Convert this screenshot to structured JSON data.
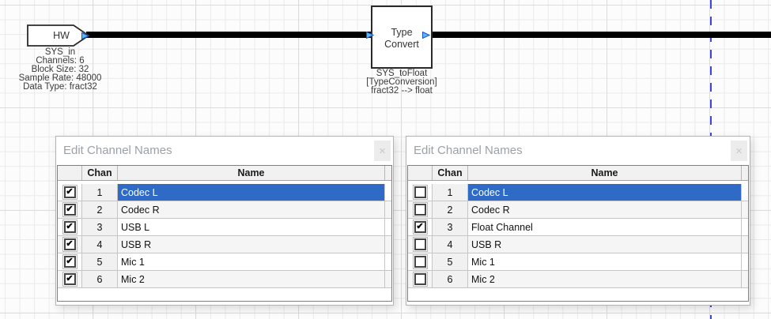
{
  "canvas": {
    "hw_block": {
      "label": "HW",
      "caption_lines": [
        "SYS_in",
        "Channels: 6",
        "Block Size: 32",
        "Sample Rate: 48000",
        "Data Type: fract32"
      ]
    },
    "type_convert_block": {
      "label_lines": [
        "Type",
        "Convert"
      ],
      "caption_lines": [
        "SYS_toFloat",
        "[TypeConversion]",
        "fract32 --> float"
      ]
    }
  },
  "dialogs": [
    {
      "title": "Edit Channel Names",
      "close_glyph": "×",
      "check_glyph": "✔",
      "columns": {
        "chan": "Chan",
        "name": "Name"
      },
      "rows": [
        {
          "chan": "1",
          "name": "Codec L",
          "checked": true,
          "selected": true
        },
        {
          "chan": "2",
          "name": "Codec R",
          "checked": true,
          "selected": false
        },
        {
          "chan": "3",
          "name": "USB L",
          "checked": true,
          "selected": false
        },
        {
          "chan": "4",
          "name": "USB R",
          "checked": true,
          "selected": false
        },
        {
          "chan": "5",
          "name": "Mic 1",
          "checked": true,
          "selected": false
        },
        {
          "chan": "6",
          "name": "Mic 2",
          "checked": true,
          "selected": false
        }
      ]
    },
    {
      "title": "Edit Channel Names",
      "close_glyph": "×",
      "check_glyph": "✔",
      "columns": {
        "chan": "Chan",
        "name": "Name"
      },
      "rows": [
        {
          "chan": "1",
          "name": "Codec L",
          "checked": false,
          "selected": true
        },
        {
          "chan": "2",
          "name": "Codec R",
          "checked": false,
          "selected": false
        },
        {
          "chan": "3",
          "name": "Float Channel",
          "checked": true,
          "selected": false
        },
        {
          "chan": "4",
          "name": "USB R",
          "checked": false,
          "selected": false
        },
        {
          "chan": "5",
          "name": "Mic 1",
          "checked": false,
          "selected": false
        },
        {
          "chan": "6",
          "name": "Mic 2",
          "checked": false,
          "selected": false
        }
      ]
    }
  ],
  "colors": {
    "selection_blue": "#2e6ac6",
    "wire_black": "#000000",
    "port_arrow_fill": "#5ab6f5",
    "port_arrow_stroke": "#1c55c8",
    "boundary_dash_blue": "#3d45dc",
    "dialog_title_gray": "#9ba1a6"
  }
}
